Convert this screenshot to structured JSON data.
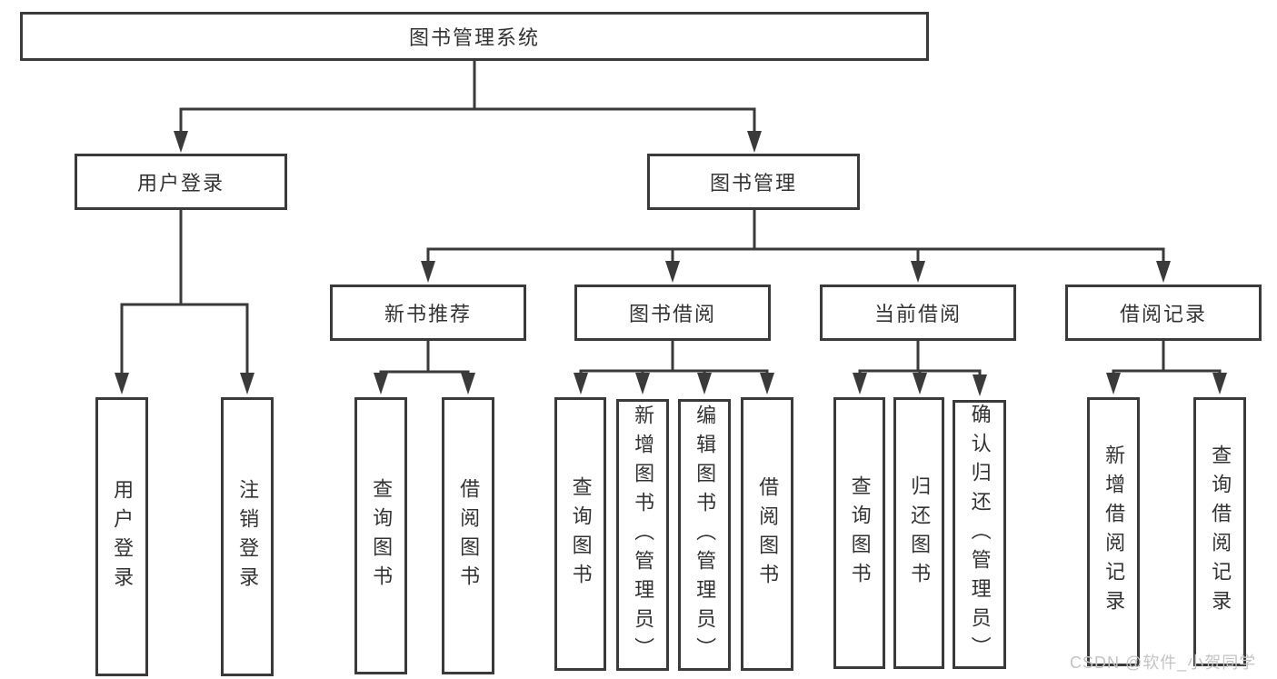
{
  "diagram": {
    "root": {
      "label": "图书管理系统"
    },
    "branches": [
      {
        "label": "用户登录",
        "children": [
          {
            "label": "用户登录"
          },
          {
            "label": "注销登录"
          }
        ]
      },
      {
        "label": "图书管理",
        "children": [
          {
            "label": "新书推荐",
            "children": [
              {
                "label": "查询图书"
              },
              {
                "label": "借阅图书"
              }
            ]
          },
          {
            "label": "图书借阅",
            "children": [
              {
                "label": "查询图书"
              },
              {
                "label": "新增图书（管理员）"
              },
              {
                "label": "编辑图书（管理员）"
              },
              {
                "label": "借阅图书"
              }
            ]
          },
          {
            "label": "当前借阅",
            "children": [
              {
                "label": "查询图书"
              },
              {
                "label": "归还图书"
              },
              {
                "label": "确认归还（管理员）"
              }
            ]
          },
          {
            "label": "借阅记录",
            "children": [
              {
                "label": "新增借阅记录"
              },
              {
                "label": "查询借阅记录"
              }
            ]
          }
        ]
      }
    ]
  },
  "watermark": {
    "text": "CSDN @软件_小贺同学"
  },
  "colors": {
    "line": "#3a3a3a",
    "text": "#333333",
    "watermark": "#c3c3c3",
    "background": "#ffffff"
  }
}
